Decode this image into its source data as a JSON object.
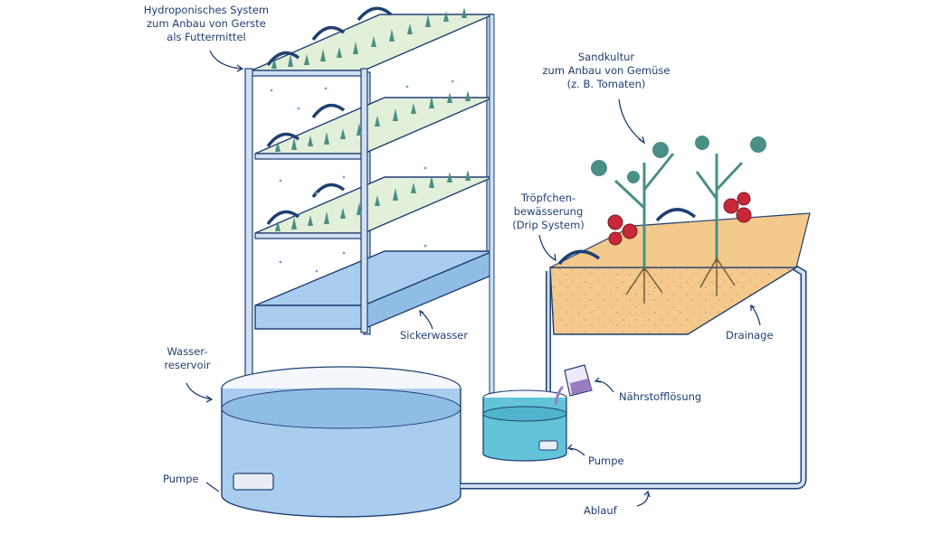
{
  "labels": {
    "hydro": [
      "Hydroponisches System",
      "zum Anbau von Gerste",
      "als Futtermittel"
    ],
    "sand": [
      "Sandkultur",
      "zum Anbau von Gemüse",
      "(z. B. Tomaten)"
    ],
    "drip": [
      "Tröpfchen-",
      "bewässerung",
      "(Drip System)"
    ],
    "sicker": "Sickerwasser",
    "reservoir": [
      "Wasser-",
      "reservoir"
    ],
    "drainage": "Drainage",
    "naehr": "Nährstofflösung",
    "pumpe_left": "Pumpe",
    "pumpe_right": "Pumpe",
    "ablauf": "Ablauf"
  },
  "colors": {
    "frame": "#1f3f73",
    "frame_fill": "#cfe0f2",
    "water": "#a9cdee",
    "water_dark": "#6fa6dc",
    "tray": "#e2efd9",
    "sand": "#f3c98c",
    "plant": "#4a8f86",
    "tomato": "#c8283a",
    "small_water": "#63c4d9",
    "nutrient": "#9b7bc4"
  }
}
